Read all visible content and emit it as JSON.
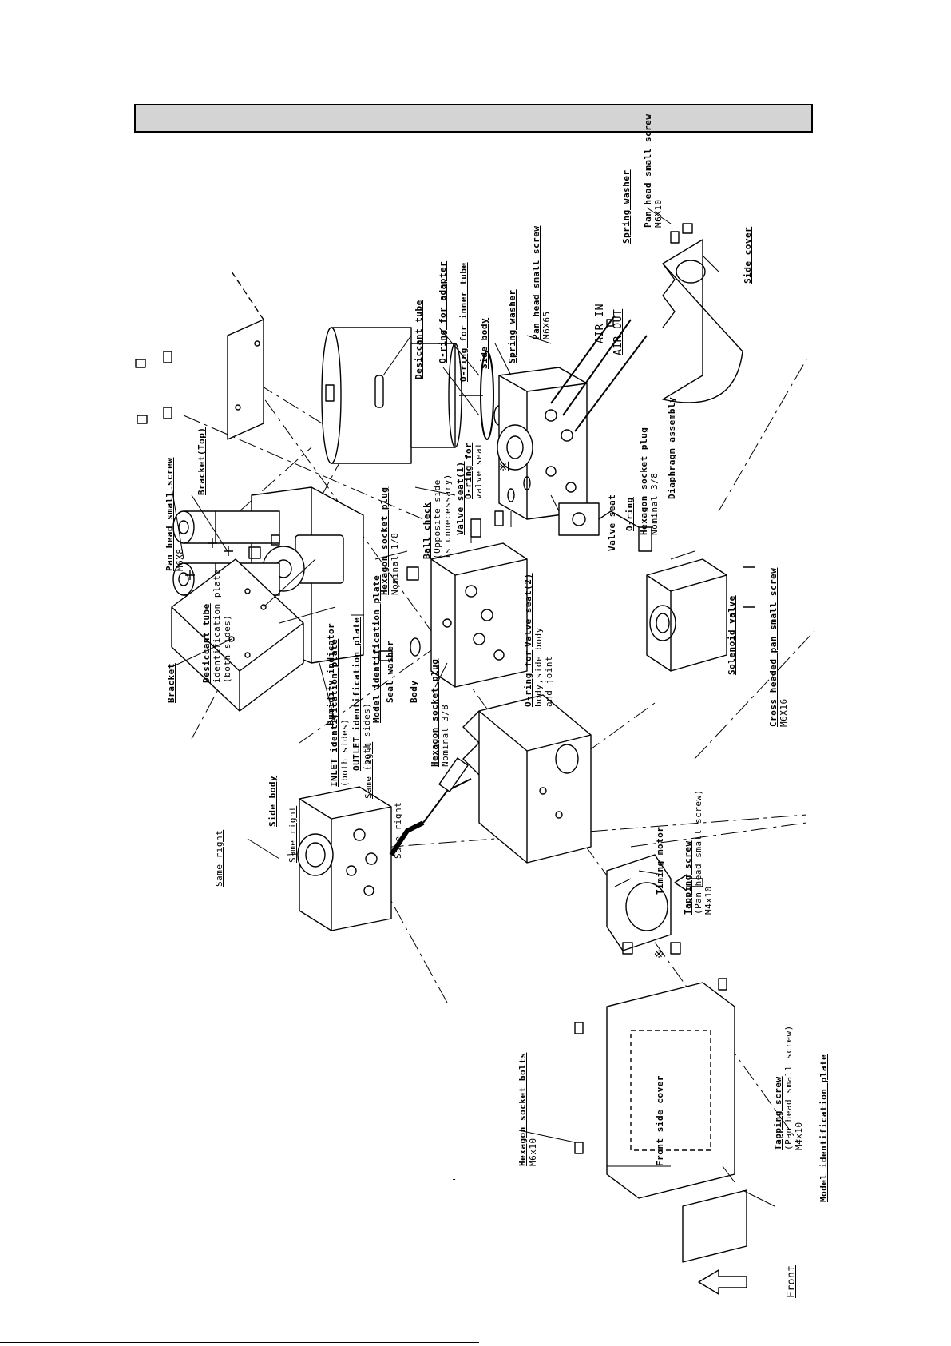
{
  "page": {
    "header_title": "",
    "page_mark": "-"
  },
  "labels": {
    "desiccant_tube_plate": [
      "Desiccant tube",
      "identification plate",
      "(both sides)"
    ],
    "inlet_plate": [
      "INLET identification plate",
      "(both sides)"
    ],
    "outlet_plate": [
      "OUTLET identification plate",
      "(both sides)"
    ],
    "model_plate_assembly": [
      "Model identification plate"
    ],
    "same_right_1": [
      "Same right"
    ],
    "same_right_2": [
      "Same right"
    ],
    "same_right_3": [
      "Same right"
    ],
    "same_right_4": [
      "Same right"
    ],
    "side_body_left": [
      "Side body"
    ],
    "bracket": [
      "Bracket"
    ],
    "humidity_indicator": [
      "Humidity indicator"
    ],
    "pan_head_m6x8": [
      "Pan head small screw",
      "M6X8"
    ],
    "bracket_top": [
      "Bracket(Top)"
    ],
    "desiccant_tube": [
      "Desiccant tube"
    ],
    "oring_adapter": [
      "O-ring for adapter"
    ],
    "oring_inner_tube": [
      "O-ring for inner tube"
    ],
    "side_body_right": [
      "Side body"
    ],
    "spring_washer_1": [
      "Spring washer"
    ],
    "pan_head_m6x65": [
      "Pan head small screw",
      "M6X65"
    ],
    "air_in": [
      "AIR IN"
    ],
    "air_out": [
      "AIR OUT"
    ],
    "spring_washer_2": [
      "Spring washer"
    ],
    "pan_head_m6x10": [
      "Pan head small screw",
      "M6X10"
    ],
    "side_cover": [
      "Side cover"
    ],
    "hex_plug_right": [
      "Hexagon socket plug",
      "Nominal 3/8"
    ],
    "diaphragm_assembly": [
      "Diaphragm assembly"
    ],
    "valve_seat_right": [
      "Valve seat"
    ],
    "oring_right": [
      "O-ring"
    ],
    "solenoid_valve": [
      "Solenoid valve"
    ],
    "cross_headed_m6x16": [
      "Cross headed pan small screw",
      "M6X16"
    ],
    "hex_plug_1_8": [
      "Hexagon socket plug",
      "Nominal 1/8"
    ],
    "ball_check": [
      "Ball check",
      "(Opposite side",
      "is unnecessary)"
    ],
    "valve_seat_1": [
      "Valve seat(1)"
    ],
    "oring_valve_seat": [
      "O-ring for",
      "valve seat"
    ],
    "valve_seat_2": [
      "Valve seat(2)"
    ],
    "oring_body_joint": [
      "O-ring for",
      "body,side body",
      "and joint"
    ],
    "seal_washer": [
      "Seal washer"
    ],
    "body": [
      "Body"
    ],
    "hex_plug_3_8": [
      "Hexagon socket plug",
      "Nominal 3/8"
    ],
    "timing_motor": [
      "Timing motor"
    ],
    "tapping_m4x10_1": [
      "Tapping screw",
      "(Pan head small screw)",
      "M4x10"
    ],
    "tapping_m4x10_2": [
      "Tapping screw",
      "(Pan head small screw)",
      "M4x10"
    ],
    "model_plate_cover": [
      "Model identification plate"
    ],
    "hex_bolts_m6x10": [
      "Hexagon socket bolts",
      "M6x10"
    ],
    "front_side_cover": [
      "Front side cover"
    ],
    "front": [
      "Front"
    ],
    "mark_1": [
      "※"
    ],
    "mark_2": [
      "※"
    ]
  }
}
